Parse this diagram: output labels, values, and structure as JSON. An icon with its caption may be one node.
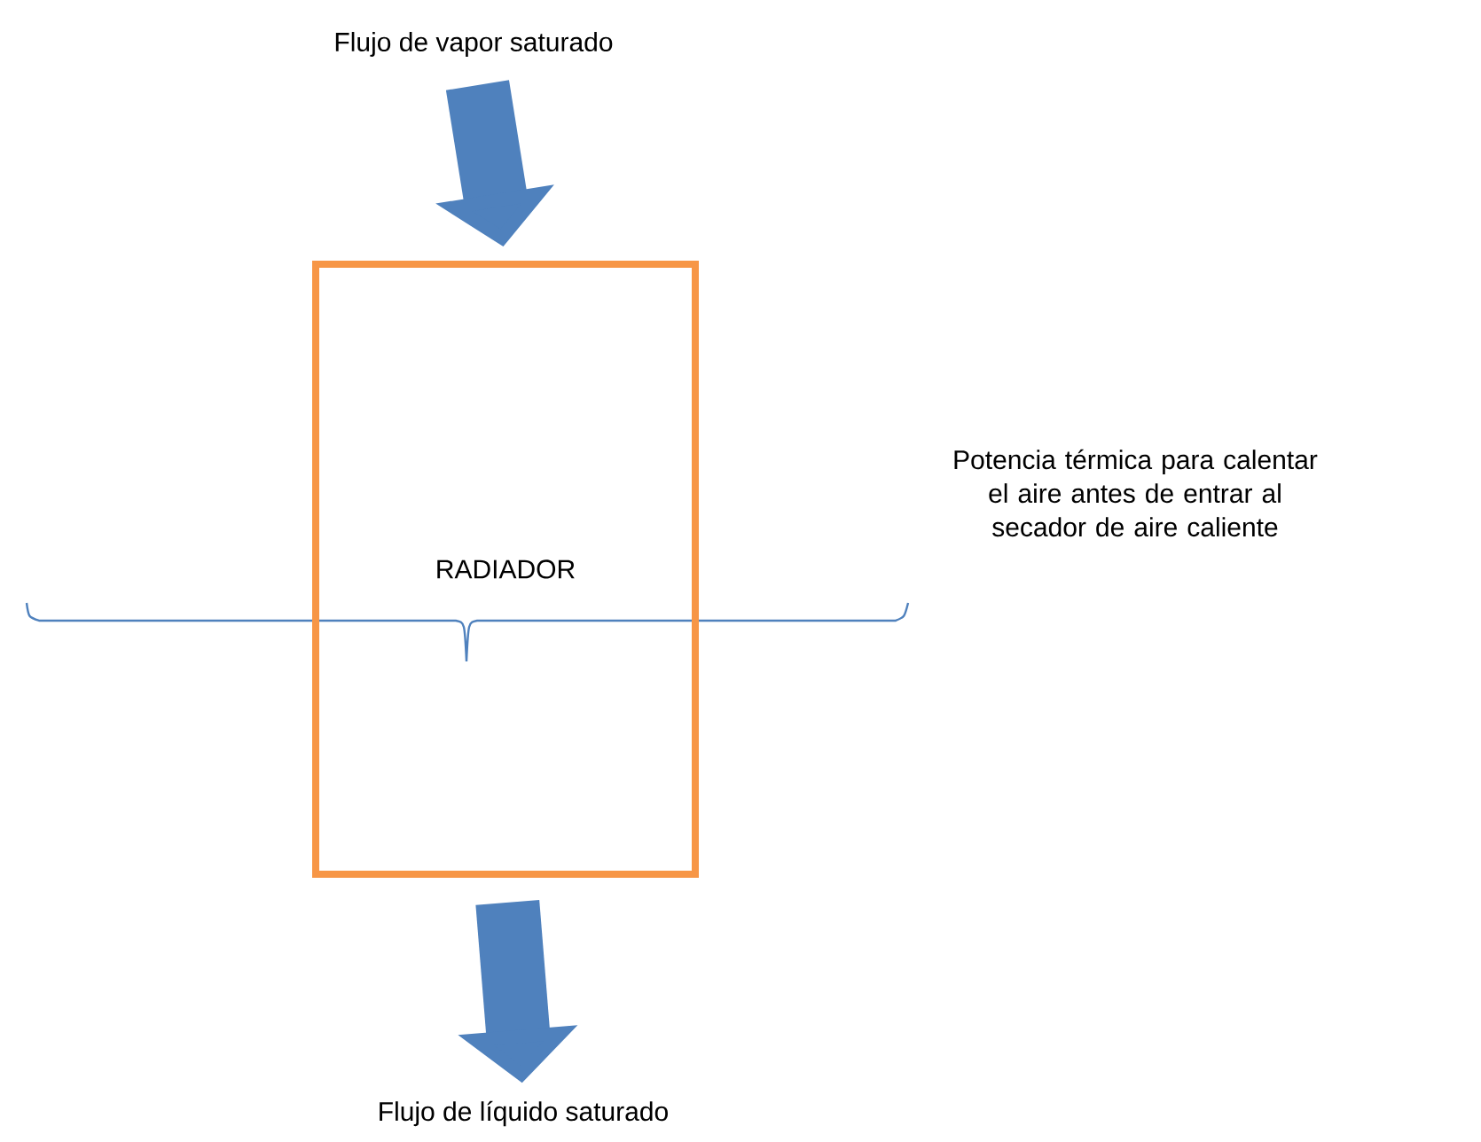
{
  "diagram": {
    "nodes": [
      {
        "text": [
          "Flujo de vapor saturado"
        ]
      },
      {
        "text": [
          "RADIADOR"
        ]
      },
      {
        "text": [
          "Flujo de líquido saturado"
        ]
      }
    ],
    "edges": [
      {
        "from": 0,
        "to": 1,
        "arrow": "to"
      },
      {
        "from": 1,
        "to": 2,
        "arrow": "to"
      }
    ],
    "labels": [
      "Potencia térmica para calentar el aire antes de entrar al secador de aire caliente"
    ]
  }
}
